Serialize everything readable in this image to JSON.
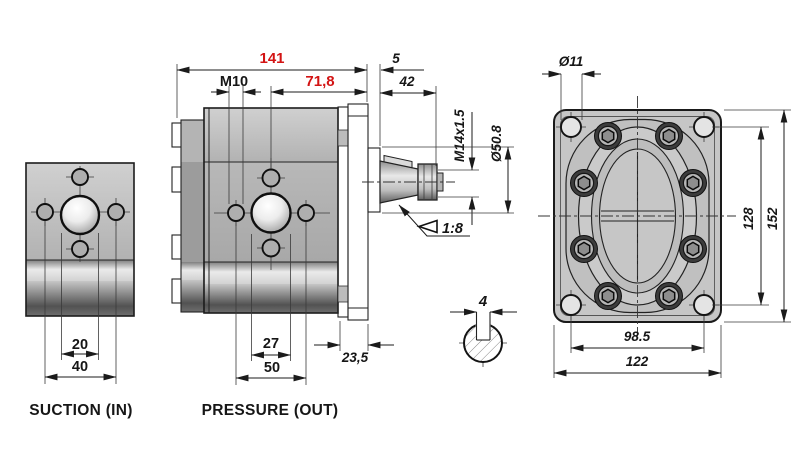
{
  "colors": {
    "red": "#d31414",
    "line": "#1b1b1b",
    "background": "#ffffff"
  },
  "views": {
    "suction": {
      "label": "SUCTION (IN)",
      "dim_port": "20",
      "dim_holes": "40"
    },
    "pressure": {
      "label": "PRESSURE (OUT)",
      "dim_total_length": "141",
      "dim_thread": "M10",
      "dim_port_to_face": "71,8",
      "dim_spigot": "5",
      "dim_shaft_length": "42",
      "dim_shaft_thread": "M14x1.5",
      "dim_pilot_diameter": "Ø50.8",
      "taper_ratio": "1:8",
      "dim_port_diameter": "27",
      "dim_port_holes": "50",
      "dim_flange_thickness": "23,5"
    },
    "flange": {
      "dim_hole_diameter": "Ø11",
      "dim_hole_vspacing": "128",
      "dim_height": "152",
      "dim_hole_hspacing": "98.5",
      "dim_width": "122"
    },
    "shaft_key": {
      "dim_key_width": "4"
    }
  }
}
